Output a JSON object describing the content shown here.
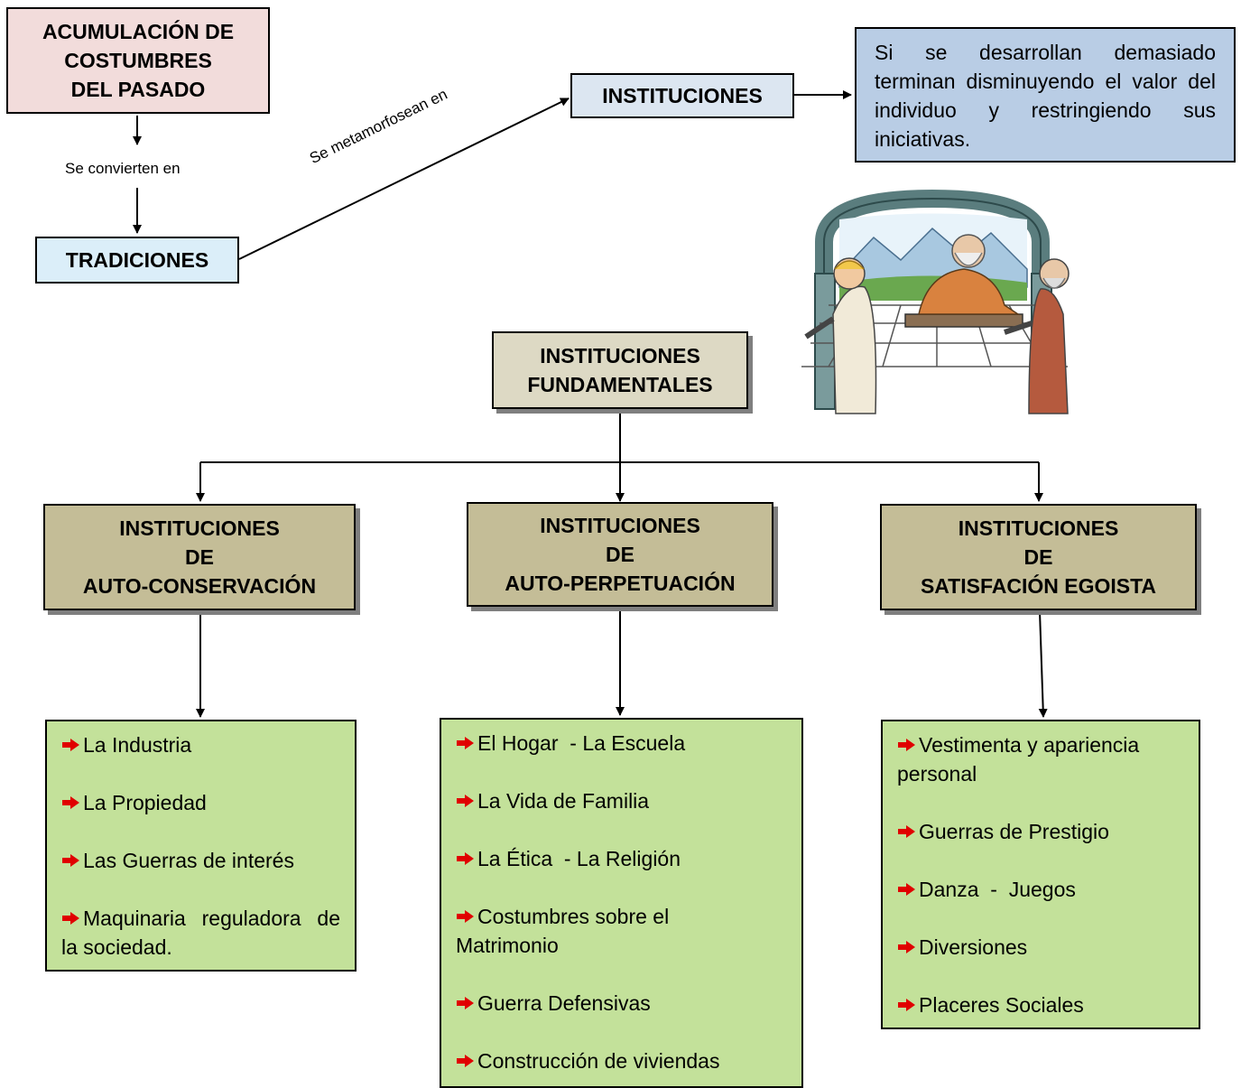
{
  "top": {
    "acumulacion": [
      "ACUMULACIÓN DE",
      "COSTUMBRES",
      "DEL PASADO"
    ],
    "label_convierten": "Se convierten en",
    "tradiciones": "TRADICIONES",
    "label_metamorfosean": "Se metamorfosean en",
    "instituciones": "INSTITUCIONES",
    "nota": "Si se desarrollan demasiado terminan disminuyendo el valor del individuo y restringiendo sus iniciativas."
  },
  "fundamentales": [
    "INSTITUCIONES",
    "FUNDAMENTALES"
  ],
  "categories": [
    {
      "title": [
        "INSTITUCIONES",
        "DE",
        "AUTO-CONSERVACIÓN"
      ],
      "items": [
        "La Industria",
        "La Propiedad",
        "Las Guerras de interés",
        "Maquinaria reguladora de la sociedad."
      ]
    },
    {
      "title": [
        "INSTITUCIONES",
        "DE",
        "AUTO-PERPETUACIÓN"
      ],
      "items": [
        "El Hogar  - La Escuela",
        "La Vida de Familia",
        "La Ética  - La Religión",
        "Costumbres sobre el Matrimonio",
        "Guerra Defensivas",
        "Construcción de viviendas"
      ]
    },
    {
      "title": [
        "INSTITUCIONES",
        "DE",
        "SATISFACIÓN EGOISTA"
      ],
      "items": [
        "Vestimenta y apariencia personal",
        "Guerras de Prestigio",
        "Danza  -  Juegos",
        "Diversiones",
        "Placeres Sociales"
      ]
    }
  ],
  "colors": {
    "pink": "#f2dcdb",
    "light_blue": "#dbeef9",
    "pale_blue": "#dce6f1",
    "steel_blue": "#b9cde5",
    "tan": "#ddd9c4",
    "khaki": "#c4bd97",
    "green": "#c3e19a",
    "bullet_red": "#e00000"
  }
}
